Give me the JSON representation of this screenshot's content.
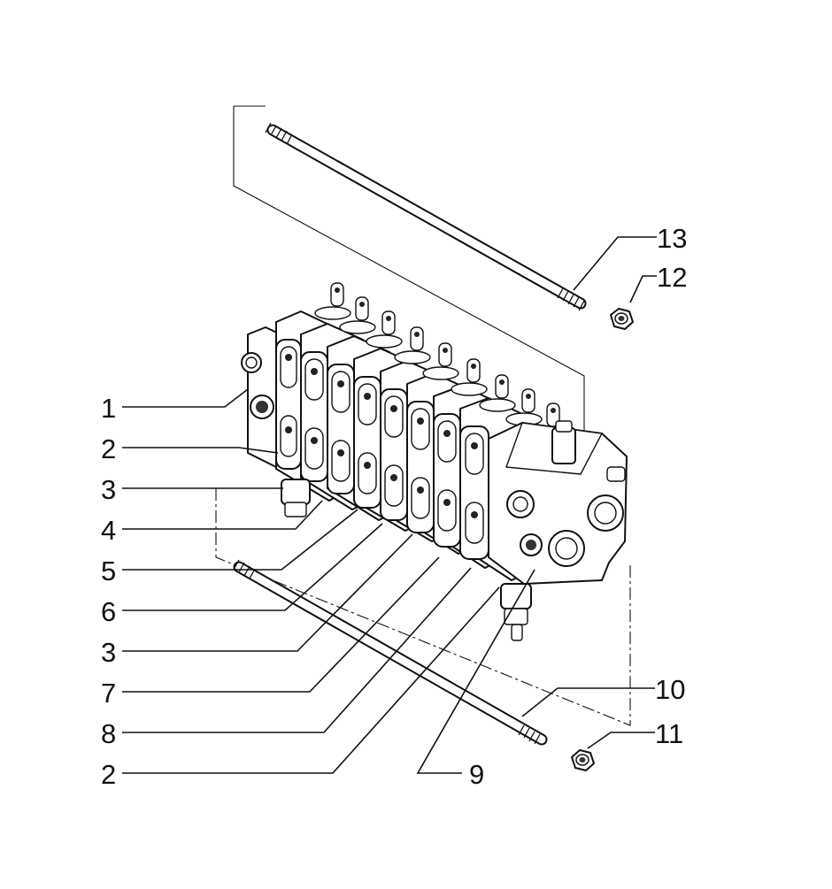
{
  "diagram": {
    "callouts": [
      {
        "id": "c1",
        "text": "1"
      },
      {
        "id": "c2a",
        "text": "2"
      },
      {
        "id": "c3a",
        "text": "3"
      },
      {
        "id": "c4",
        "text": "4"
      },
      {
        "id": "c5",
        "text": "5"
      },
      {
        "id": "c6",
        "text": "6"
      },
      {
        "id": "c3b",
        "text": "3"
      },
      {
        "id": "c7",
        "text": "7"
      },
      {
        "id": "c8",
        "text": "8"
      },
      {
        "id": "c2b",
        "text": "2"
      },
      {
        "id": "c9",
        "text": "9"
      },
      {
        "id": "c10",
        "text": "10"
      },
      {
        "id": "c11",
        "text": "11"
      },
      {
        "id": "c12",
        "text": "12"
      },
      {
        "id": "c13",
        "text": "13"
      }
    ]
  }
}
